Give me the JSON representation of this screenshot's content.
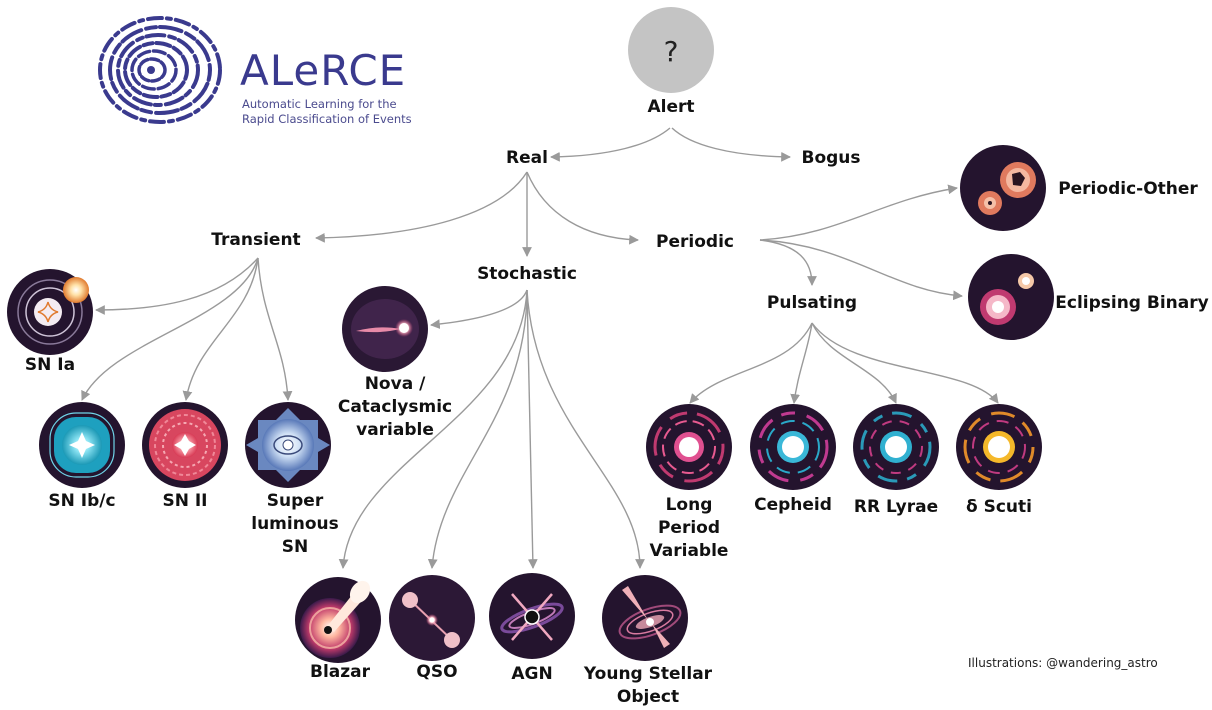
{
  "logo": {
    "title": "ALeRCE",
    "subtitle_line1": "Automatic Learning for the",
    "subtitle_line2": "Rapid Classification of Events",
    "color": "#3a3a8e"
  },
  "root": {
    "icon_text": "?",
    "label": "Alert"
  },
  "nodes": {
    "real": "Real",
    "bogus": "Bogus",
    "transient": "Transient",
    "stochastic": "Stochastic",
    "periodic": "Periodic",
    "pulsating": "Pulsating",
    "periodic_other": "Periodic-Other",
    "eclipsing_binary": "Eclipsing Binary",
    "sn_ia": "SN Ia",
    "sn_ibc": "SN Ib/c",
    "sn_ii": "SN II",
    "slsn": [
      "Super",
      "luminous",
      "SN"
    ],
    "nova": [
      "Nova /",
      "Cataclysmic",
      "variable"
    ],
    "blazar": "Blazar",
    "qso": "QSO",
    "agn": "AGN",
    "yso": [
      "Young Stellar",
      "Object"
    ],
    "lpv": [
      "Long",
      "Period",
      "Variable"
    ],
    "cepheid": "Cepheid",
    "rr_lyrae": "RR Lyrae",
    "delta_scuti": "δ Scuti"
  },
  "credit": "Illustrations: @wandering_astro",
  "colors": {
    "edge": "#9a9a9a",
    "icon_bg": "#24142e",
    "root_circle": "#c4c4c4"
  }
}
